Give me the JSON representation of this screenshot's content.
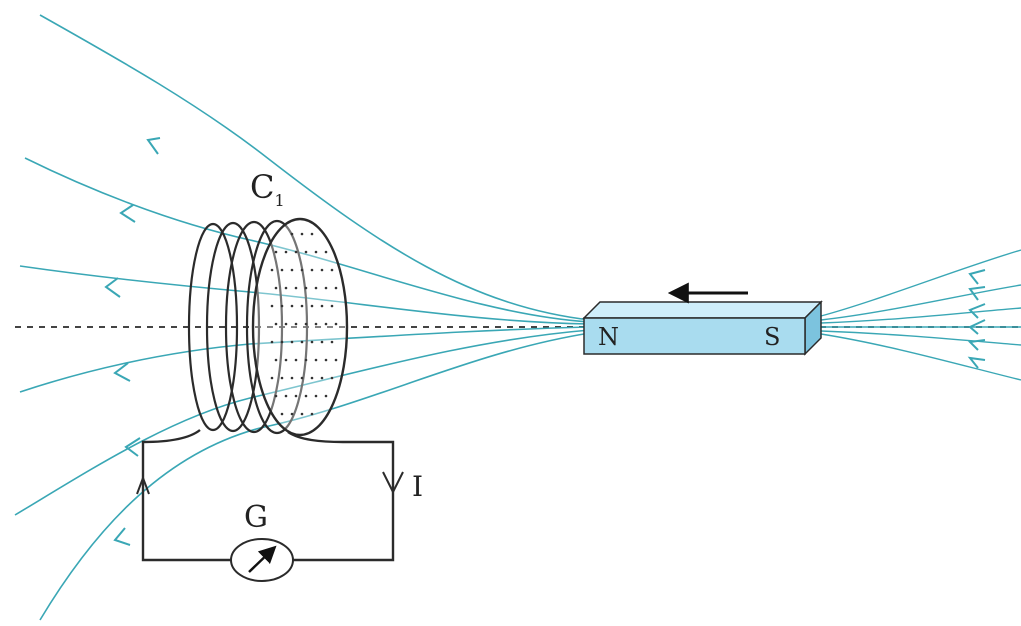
{
  "labels": {
    "coil": "C",
    "coil_subscript": "1",
    "north": "N",
    "south": "S",
    "current": "I",
    "galvanometer": "G"
  },
  "colors": {
    "field_line": "#3aa7b5",
    "wire": "#2b2b2b",
    "magnet_face": "#a9dcef",
    "magnet_top": "#cfeefa",
    "magnet_end": "#7cc3de",
    "axis": "#444444",
    "motion_arrow": "#111111"
  },
  "icons": {
    "motion": "arrow-left-icon",
    "needle": "galvanometer-needle-icon"
  }
}
